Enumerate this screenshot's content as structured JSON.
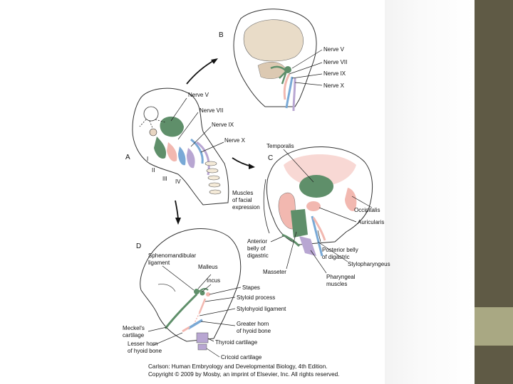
{
  "colors": {
    "background": "#ffffff",
    "sidebar_dark": "#5f5a45",
    "sidebar_light": "#a9a883",
    "skin": "#f4ead8",
    "arch1_green": "#5f8f6a",
    "arch2_pink": "#f2b8b0",
    "arch3_blue": "#79a9d6",
    "arch4_purple": "#b8a6d2"
  },
  "panels": {
    "a": {
      "letter": "A",
      "nerves": [
        "Nerve V",
        "Nerve VII",
        "Nerve IX",
        "Nerve X"
      ],
      "arches": [
        "I",
        "II",
        "III",
        "IV"
      ]
    },
    "b": {
      "letter": "B",
      "nerves": [
        "Nerve V",
        "Nerve VII",
        "Nerve IX",
        "Nerve X"
      ]
    },
    "c": {
      "letter": "C",
      "labels": {
        "temporalis": "Temporalis",
        "facial_1": "Muscles",
        "facial_2": "of facial",
        "facial_3": "expression",
        "occipitalis": "Occipitalis",
        "auricularis": "Auricularis",
        "ant_1": "Anterior",
        "ant_2": "belly of",
        "ant_3": "digastric",
        "post_1": "Posterior belly",
        "post_2": "of digastric",
        "stylopharyngeus": "Stylopharyngeus",
        "masseter": "Masseter",
        "phar_1": "Pharyngeal",
        "phar_2": "muscles"
      }
    },
    "d": {
      "letter": "D",
      "labels": {
        "spheno_1": "Sphenomandibular",
        "spheno_2": "ligament",
        "malleus": "Malleus",
        "incus": "Incus",
        "stapes": "Stapes",
        "styloid": "Styloid process",
        "stylohyoid": "Stylohyoid ligament",
        "greater_1": "Greater horn",
        "greater_2": "of hyoid bone",
        "meckel_1": "Meckel's",
        "meckel_2": "cartilage",
        "lesser_1": "Lesser horn",
        "lesser_2": "of hyoid bone",
        "thyroid": "Thyroid cartilage",
        "cricoid": "Cricoid cartilage"
      }
    }
  },
  "caption": {
    "line1": "Carlson: Human Embryology and Developmental Biology, 4th Edition.",
    "line2": "Copyright © 2009 by Mosby, an imprint of Elsevier, Inc. All rights reserved."
  }
}
